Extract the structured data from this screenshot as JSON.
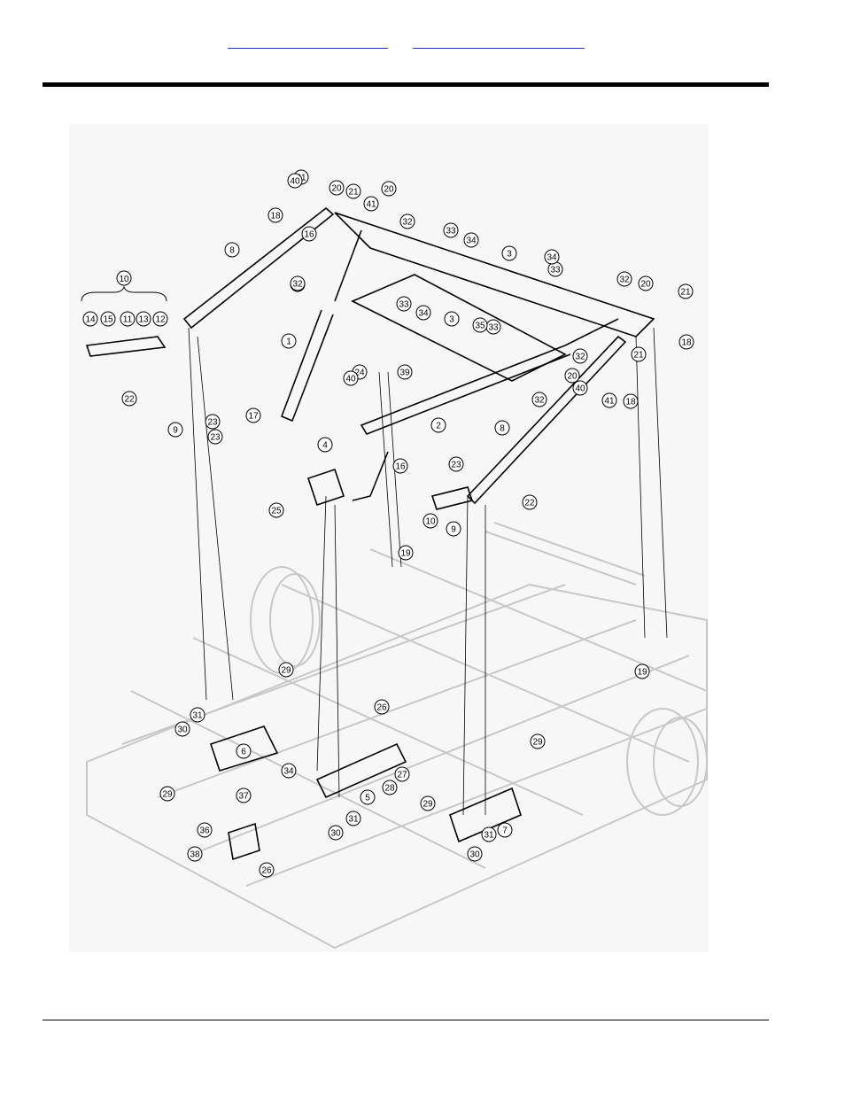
{
  "header": {
    "links": [
      "",
      ""
    ]
  },
  "drawing": {
    "group_label": "10",
    "callouts": [
      "1",
      "2",
      "3",
      "3",
      "4",
      "5",
      "6",
      "7",
      "8",
      "8",
      "9",
      "9",
      "10",
      "11",
      "12",
      "13",
      "14",
      "15",
      "16",
      "16",
      "17",
      "18",
      "18",
      "18",
      "19",
      "19",
      "20",
      "20",
      "20",
      "20",
      "21",
      "21",
      "21",
      "21",
      "22",
      "22",
      "23",
      "23",
      "23",
      "24",
      "25",
      "26",
      "26",
      "27",
      "28",
      "29",
      "29",
      "29",
      "29",
      "30",
      "30",
      "30",
      "31",
      "31",
      "31",
      "32",
      "32",
      "32",
      "32",
      "32",
      "32",
      "33",
      "33",
      "33",
      "33",
      "34",
      "34",
      "34",
      "34",
      "35",
      "36",
      "37",
      "38",
      "39",
      "40",
      "40",
      "40",
      "41",
      "41"
    ]
  }
}
